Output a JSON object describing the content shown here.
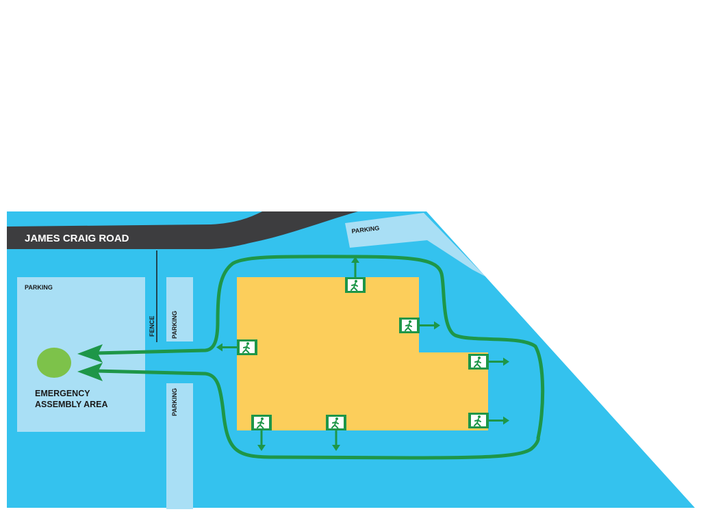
{
  "road": {
    "label": "JAMES CRAIG ROAD"
  },
  "parking_labels": {
    "top_right": "PARKING",
    "left_lot": "PARKING",
    "strip_upper": "PARKING",
    "strip_lower": "PARKING"
  },
  "fence_label": "FENCE",
  "assembly_area": {
    "line1": "EMERGENCY",
    "line2": "ASSEMBLY AREA"
  },
  "exits": [
    {
      "id": "north",
      "direction": "up"
    },
    {
      "id": "east-upper",
      "direction": "right"
    },
    {
      "id": "west",
      "direction": "left"
    },
    {
      "id": "east-middle",
      "direction": "right"
    },
    {
      "id": "south-west",
      "direction": "down"
    },
    {
      "id": "south-middle",
      "direction": "down"
    },
    {
      "id": "east-lower",
      "direction": "right"
    }
  ],
  "colors": {
    "site": "#34c2ee",
    "parking": "#a9dff5",
    "road": "#3d3d3f",
    "building": "#fcce5b",
    "route": "#1e9648",
    "assembly_point": "#7dc24a",
    "exit_sign": "#1e9648"
  },
  "icons": {
    "exit_sign": "running-man-exit-icon",
    "assembly_point": "assembly-point-icon"
  }
}
